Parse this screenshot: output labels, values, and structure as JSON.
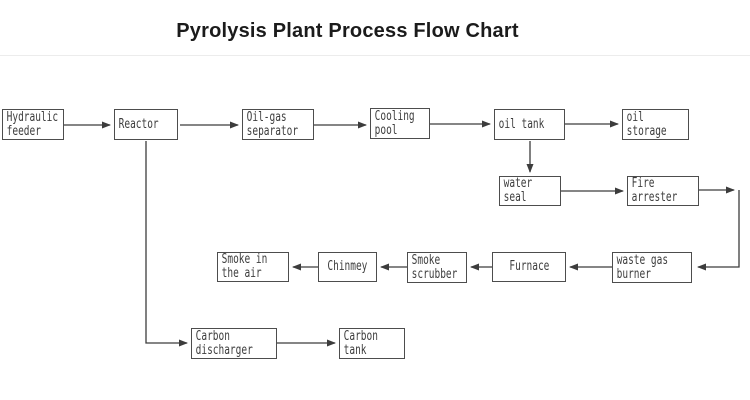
{
  "page_title": "Pyrolysis Plant Process Flow Chart",
  "diagram": {
    "nodes": {
      "hydraulic_feeder": "Hydraulic\nfeeder",
      "reactor": "Reactor",
      "oil_gas_separator": "Oil-gas\nseparator",
      "cooling_pool": "Cooling\npool",
      "oil_tank": "oil tank",
      "oil_storage": "oil\nstorage",
      "water_seal": "water\nseal",
      "fire_arrester": "Fire\narrester",
      "smoke_in_the_air": "Smoke in\nthe air",
      "chimney": "Chinmey",
      "smoke_scrubber": "Smoke\nscrubber",
      "furnace": "Furnace",
      "waste_gas_burner": "waste gas\nburner",
      "carbon_discharger": "Carbon\ndischarger",
      "carbon_tank": "Carbon\ntank"
    },
    "flow": [
      {
        "from": "Hydraulic feeder",
        "to": "Reactor"
      },
      {
        "from": "Reactor",
        "to": "Oil-gas separator"
      },
      {
        "from": "Oil-gas separator",
        "to": "Cooling pool"
      },
      {
        "from": "Cooling pool",
        "to": "oil tank"
      },
      {
        "from": "oil tank",
        "to": "oil storage"
      },
      {
        "from": "oil tank",
        "to": "water seal"
      },
      {
        "from": "water seal",
        "to": "Fire arrester"
      },
      {
        "from": "Fire arrester",
        "to": "waste gas burner"
      },
      {
        "from": "waste gas burner",
        "to": "Furnace"
      },
      {
        "from": "Furnace",
        "to": "Smoke scrubber"
      },
      {
        "from": "Smoke scrubber",
        "to": "Chinmey"
      },
      {
        "from": "Chinmey",
        "to": "Smoke in the air"
      },
      {
        "from": "Reactor",
        "to": "Carbon discharger"
      },
      {
        "from": "Carbon discharger",
        "to": "Carbon tank"
      }
    ],
    "line_color": "#3c3c3c"
  }
}
